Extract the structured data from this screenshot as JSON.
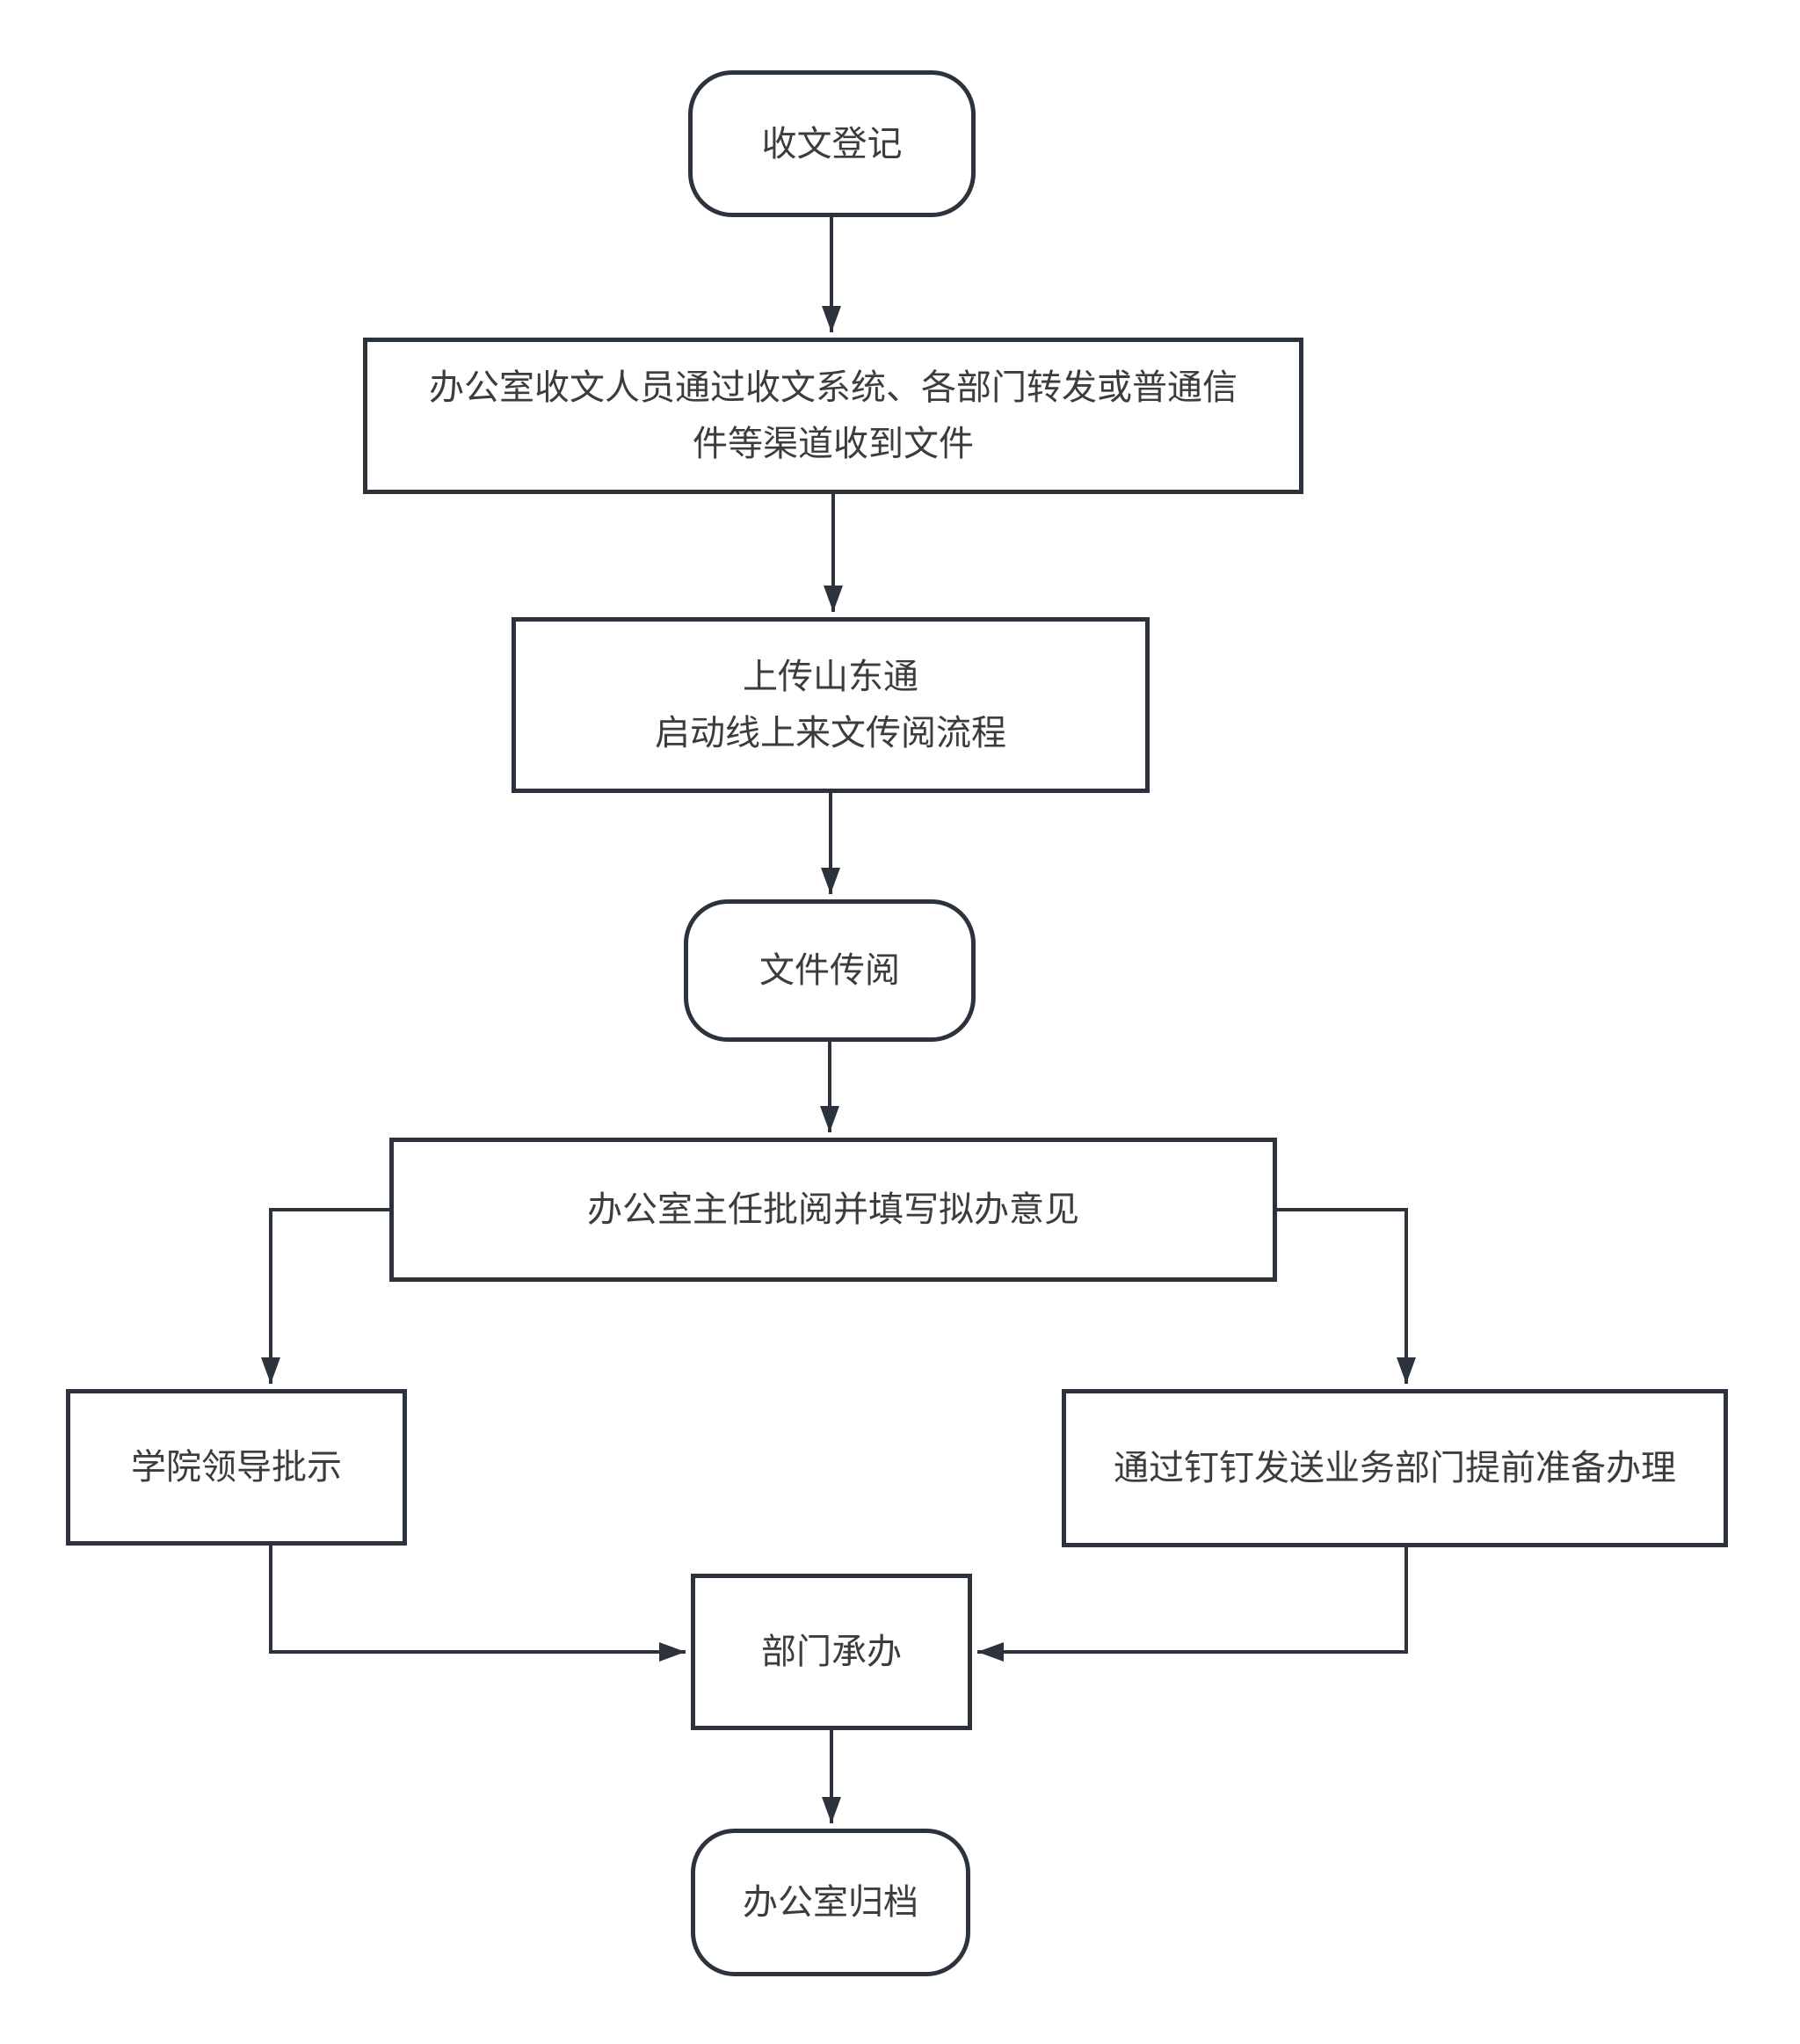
{
  "diagram": {
    "type": "flowchart",
    "colors": {
      "border": "#2d333c",
      "text": "#3c3c3c",
      "background": "#ffffff"
    },
    "nodes": {
      "register": {
        "shape": "rounded",
        "label": "收文登记"
      },
      "receive": {
        "shape": "rect",
        "line1": "办公室收文人员通过收文系统、各部门转发或普通信",
        "line2": "件等渠道收到文件"
      },
      "upload": {
        "shape": "rect",
        "line1": "上传山东通",
        "line2": "启动线上来文传阅流程"
      },
      "circulate": {
        "shape": "rounded",
        "label": "文件传阅"
      },
      "director": {
        "shape": "rect",
        "label": "办公室主任批阅并填写拟办意见"
      },
      "leader": {
        "shape": "rect",
        "label": "学院领导批示"
      },
      "dingtalk": {
        "shape": "rect",
        "label": "通过钉钉发送业务部门提前准备办理"
      },
      "department": {
        "shape": "rect",
        "label": "部门承办"
      },
      "archive": {
        "shape": "rounded",
        "label": "办公室归档"
      }
    },
    "edges": [
      {
        "from": "register",
        "to": "receive"
      },
      {
        "from": "receive",
        "to": "upload"
      },
      {
        "from": "upload",
        "to": "circulate"
      },
      {
        "from": "circulate",
        "to": "director"
      },
      {
        "from": "director",
        "to": "leader"
      },
      {
        "from": "director",
        "to": "dingtalk"
      },
      {
        "from": "leader",
        "to": "department"
      },
      {
        "from": "dingtalk",
        "to": "department"
      },
      {
        "from": "department",
        "to": "archive"
      }
    ]
  }
}
